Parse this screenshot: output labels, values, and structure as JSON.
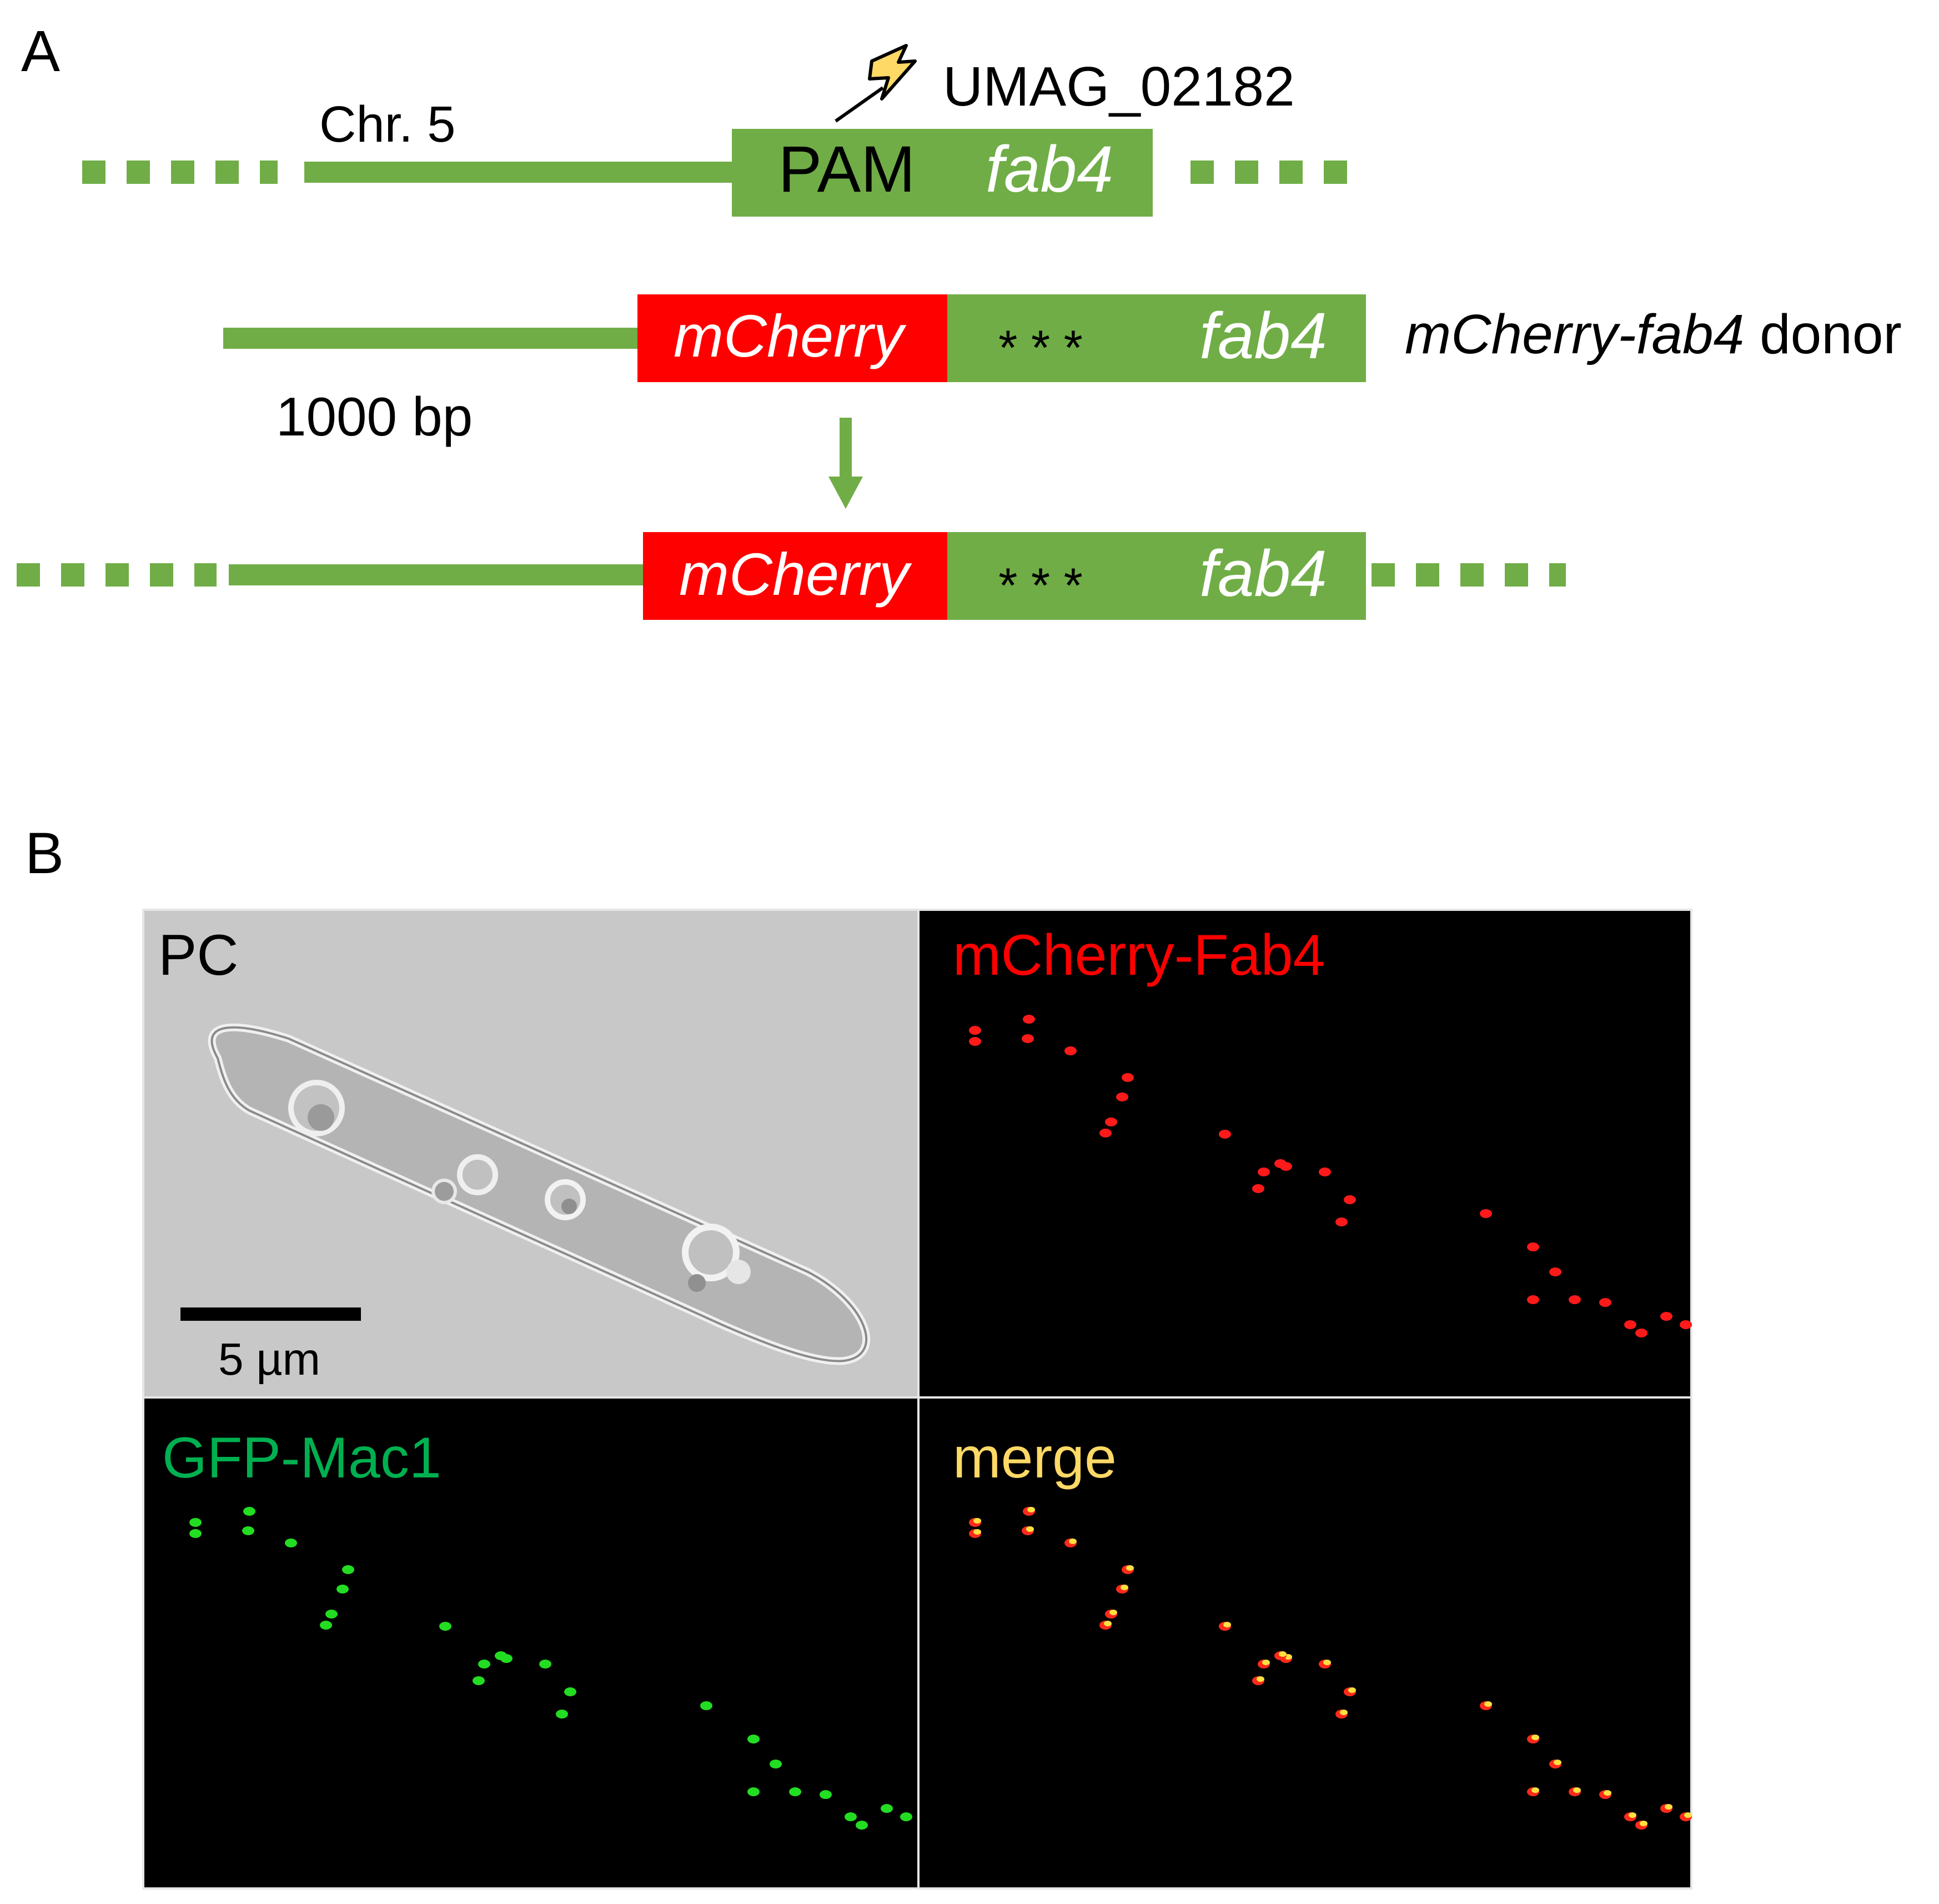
{
  "panel_a": {
    "letter": "A",
    "locus_name": "UMAG_02182",
    "chromosome": "Chr. 5",
    "pam": "PAM",
    "gene": "fab4",
    "tag": "mCherry",
    "stop_codons": "* * *",
    "donor_label_gene": "mCherry-fab4",
    "donor_label_suffix": " donor",
    "homology_length": "1000 bp",
    "colors": {
      "dna_green": "#70ad47",
      "tag_red": "#ff0000",
      "lightning_fill": "#ffd966",
      "text": "#000000"
    }
  },
  "panel_b": {
    "letter": "B",
    "tiles": [
      {
        "id": "pc",
        "label": "PC",
        "label_color": "#000000",
        "background": "#c8c8c8"
      },
      {
        "id": "mcherry",
        "label": "mCherry-Fab4",
        "label_color": "#ff0000",
        "background": "#000000"
      },
      {
        "id": "gfp",
        "label": "GFP-Mac1",
        "label_color": "#00b050",
        "background": "#000000"
      },
      {
        "id": "merge",
        "label": "merge",
        "label_color": "#ffd966",
        "background": "#000000"
      }
    ],
    "scale_bar_label": "5 µm"
  }
}
